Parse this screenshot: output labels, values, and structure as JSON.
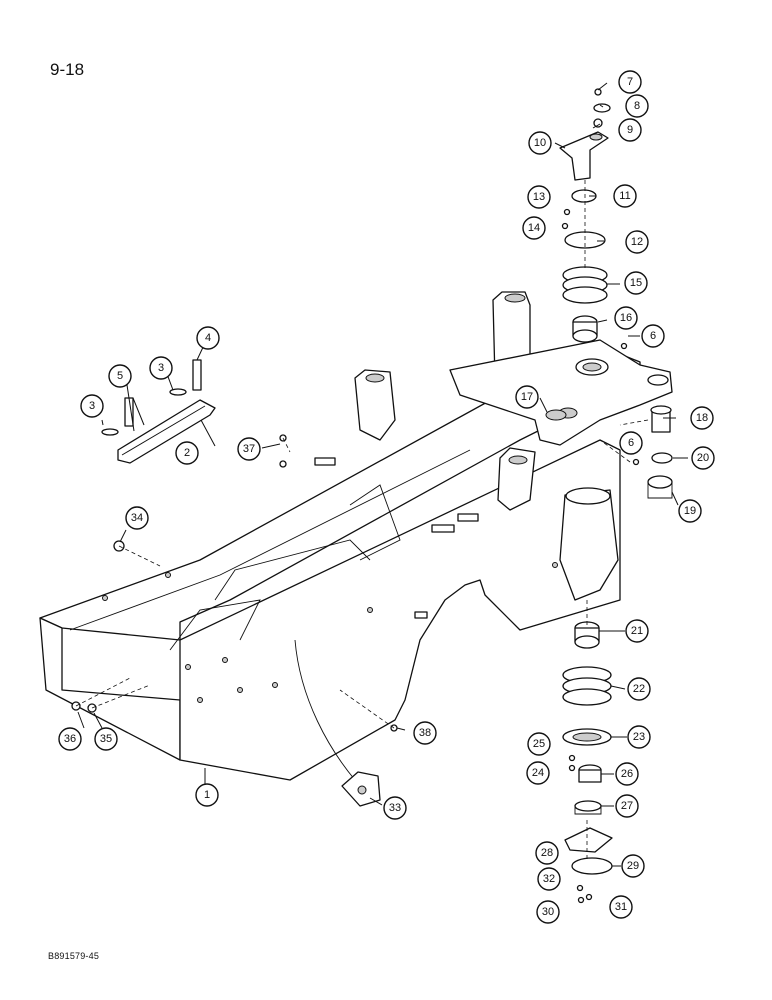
{
  "page_number": "9-18",
  "figure_code": "B891579-45",
  "callouts": [
    "1",
    "2",
    "3",
    "3",
    "4",
    "5",
    "6",
    "6",
    "7",
    "8",
    "9",
    "10",
    "11",
    "12",
    "13",
    "14",
    "15",
    "16",
    "17",
    "18",
    "19",
    "20",
    "21",
    "22",
    "23",
    "24",
    "25",
    "26",
    "27",
    "28",
    "29",
    "30",
    "31",
    "32",
    "33",
    "34",
    "35",
    "36",
    "37",
    "38"
  ]
}
